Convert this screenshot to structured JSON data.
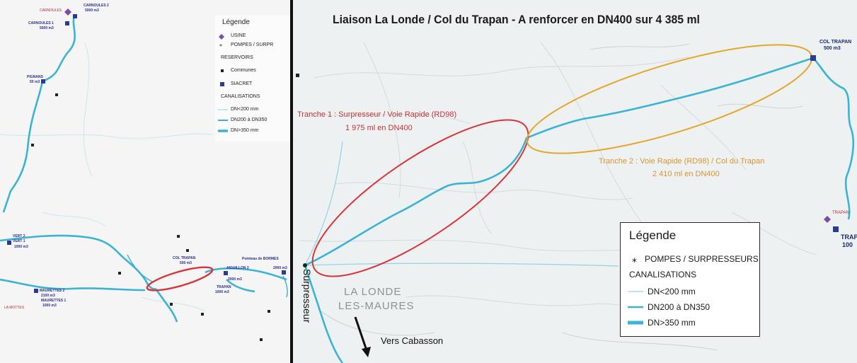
{
  "title": "Liaison La Londe / Col du Trapan - A renforcer en DN400 sur 4 385 ml",
  "colors": {
    "pipe": "#3ab3d4",
    "pipe_thin": "#8fd3e6",
    "tranche1": "#d9343a",
    "tranche2": "#e6a62a",
    "usine": "#7b4ea3",
    "reservoir": "#2a3c8f"
  },
  "tranche1": {
    "line1": "Tranche 1 : Surpresseur / Voie Rapide (RD98)",
    "line2": "1 975 ml en DN400"
  },
  "tranche2": {
    "line1": "Tranche 2 : Voie Rapide (RD98) / Col du Trapan",
    "line2": "2 410 ml en DN400"
  },
  "big_map_labels": {
    "col_trapan": "COL TRAPAN",
    "col_trapan_volume": "500 m3",
    "trapan": "TRAPAN",
    "trapan_side": "TRAP",
    "trapan_side_vol": "100",
    "town_line1": "LA LONDE",
    "town_line2": "LES-MAURES",
    "surpresseur": "Surpresseur",
    "vers_cabasson": "Vers Cabasson"
  },
  "legend_big": {
    "title": "Légende",
    "pumps": "POMPES / SURPRESSEURS",
    "canalisations": "CANALISATIONS",
    "dn_small": "DN<200 mm",
    "dn_mid": "DN200 à DN350",
    "dn_large": "DN>350 mm"
  },
  "legend_small": {
    "title": "Légende",
    "usine": "USINE",
    "pompes": "POMPES / SURPR",
    "reservoirs": "RESERVOIRS",
    "communes": "Communes",
    "siacret": "SIACRET",
    "canalisations": "CANALISATIONS",
    "dn_small": "DN<200 mm",
    "dn_mid": "DN200 à DN350",
    "dn_large": "DN>350 mm"
  },
  "small_map_labels": {
    "carnoules2": "CARNOULES 2",
    "carnoules2_vol": "5000 m3",
    "carnoules1": "CARNOULES 1",
    "carnoules1_vol": "5000 m3",
    "carnoules_usine": "CARNOULES",
    "pignans": "PIGNANS",
    "pignans_vol": "50 m3",
    "vert2": "VERT 2",
    "vert1": "VERT 1",
    "vert_vol": "1000 m3",
    "maurettes2": "MAURETTES 2",
    "maurettes2_vol": "2100 m3",
    "maurettes1": "MAURETTES 1",
    "maurettes1_vol": "1000 m3",
    "lamottes": "LA MOTTES",
    "col_trapan": "COL TRAPAN",
    "col_trapan_vol": "500 m3",
    "aiguillon": "AIGUILLON 2",
    "aiguillon_vol": "2000 m3",
    "trapan": "TRAPAN",
    "trapan_vol": "1000 m3",
    "bormes": "Pointeau de BORMES",
    "bormes_vol": "2000 m3"
  }
}
